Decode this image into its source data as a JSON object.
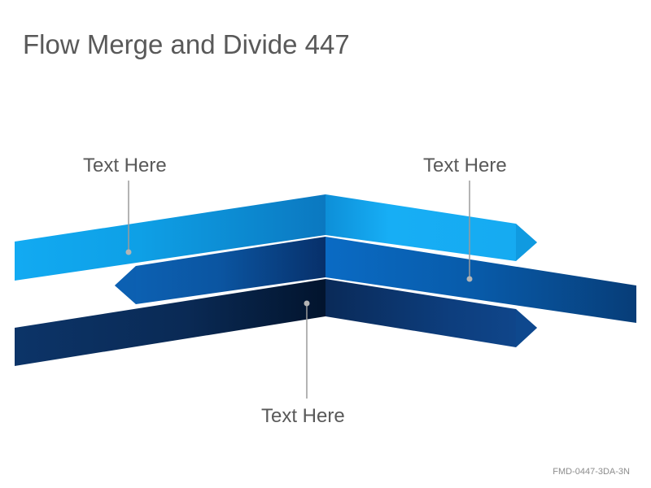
{
  "title": "Flow Merge and Divide 447",
  "labels": {
    "left": "Text Here",
    "right": "Text Here",
    "bottom": "Text Here"
  },
  "slide_code": "FMD-0447-3DA-3N",
  "colors": {
    "light_blue": "#12aaf2",
    "medium_blue": "#0a63b8",
    "dark_navy": "#0d2c5a",
    "text_gray": "#595959",
    "connector_gray": "#9a9a9a"
  }
}
